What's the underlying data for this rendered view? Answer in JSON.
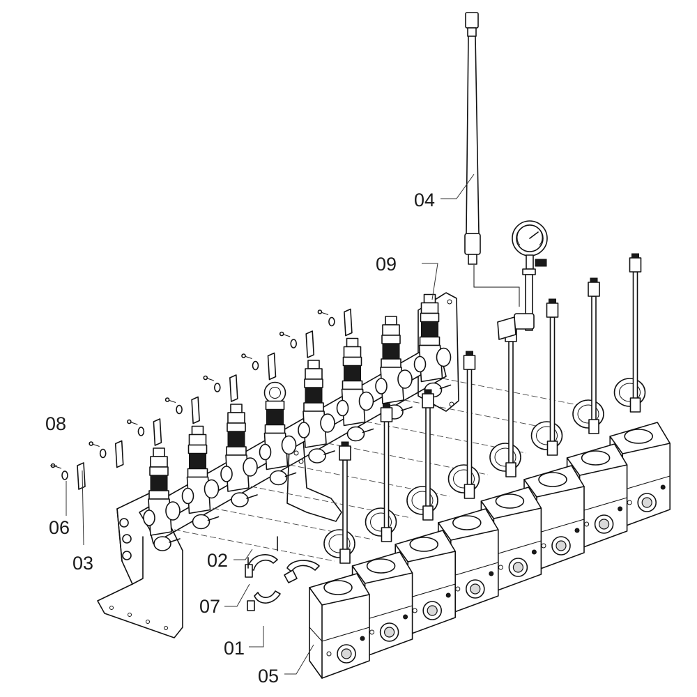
{
  "diagram": {
    "callouts": [
      {
        "id": "01",
        "label": "01"
      },
      {
        "id": "02",
        "label": "02"
      },
      {
        "id": "03",
        "label": "03"
      },
      {
        "id": "04",
        "label": "04"
      },
      {
        "id": "05",
        "label": "05"
      },
      {
        "id": "06",
        "label": "06"
      },
      {
        "id": "07",
        "label": "07"
      },
      {
        "id": "08",
        "label": "08"
      },
      {
        "id": "09",
        "label": "09"
      }
    ]
  }
}
